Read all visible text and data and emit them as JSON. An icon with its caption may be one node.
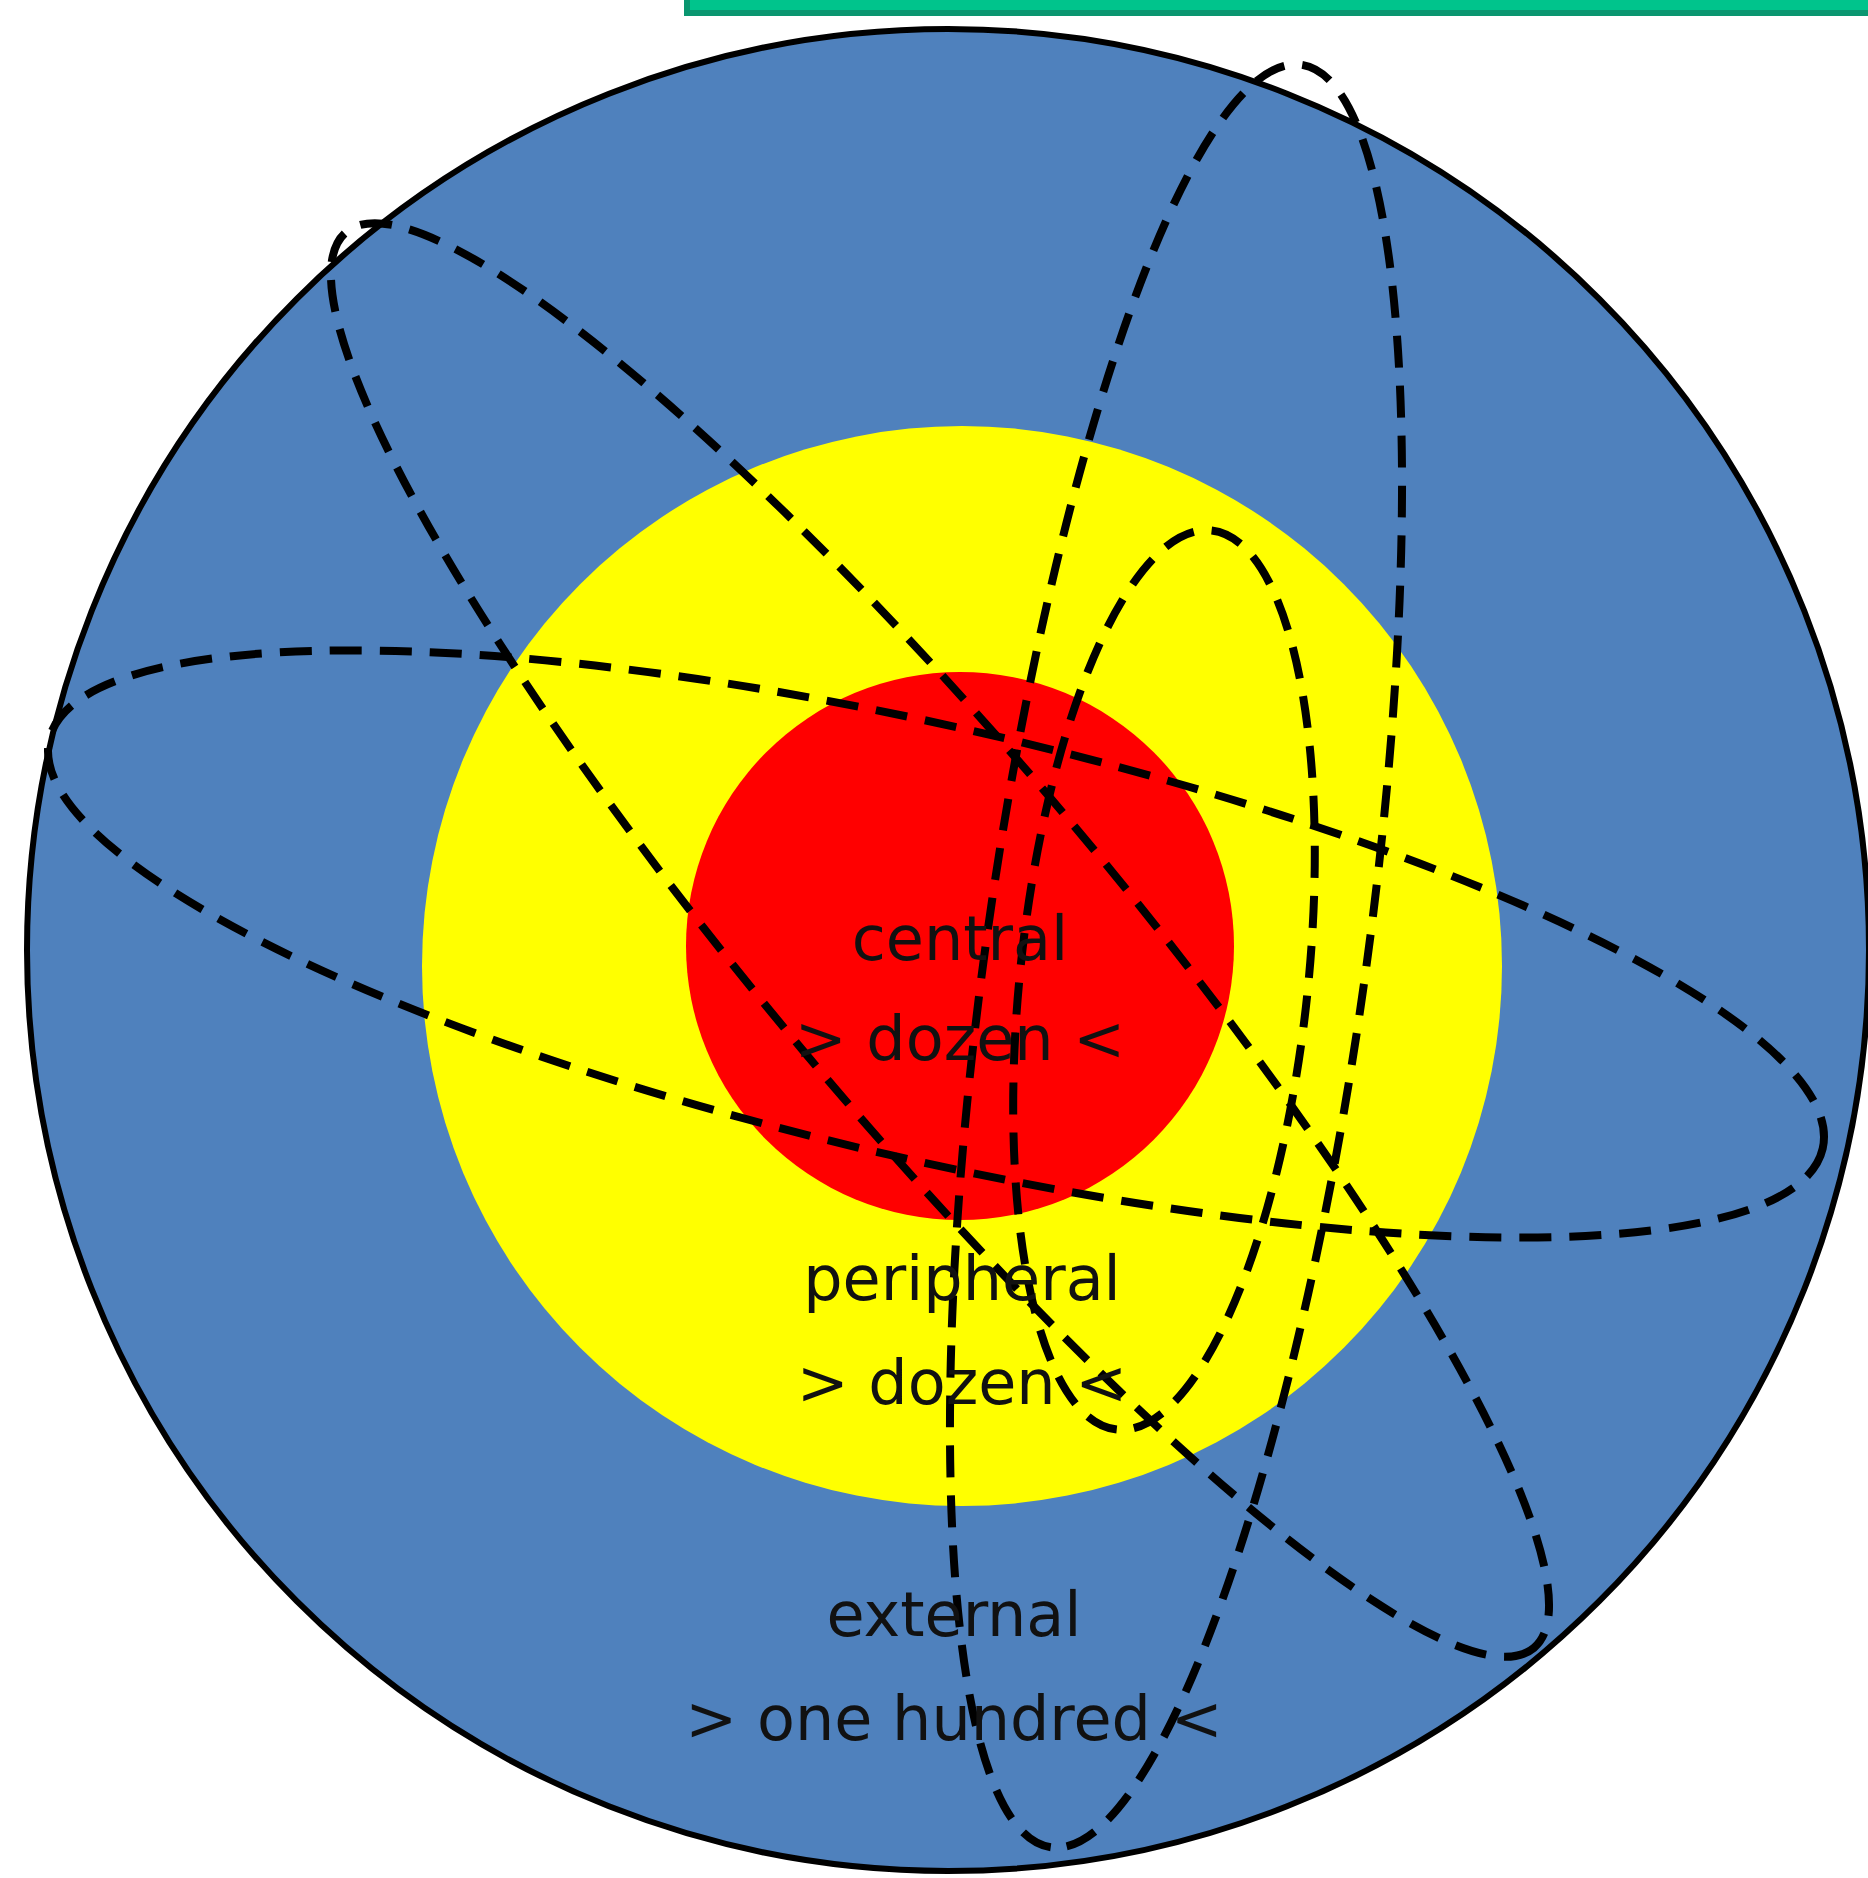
{
  "diagram": {
    "nodes": [
      {
        "text": [
          "external",
          "> one hundred <"
        ]
      },
      {
        "text": [
          "peripheral",
          "> dozen <"
        ],
        "in": 0
      },
      {
        "text": [
          "central",
          "> dozen <"
        ],
        "in": 1
      }
    ]
  }
}
